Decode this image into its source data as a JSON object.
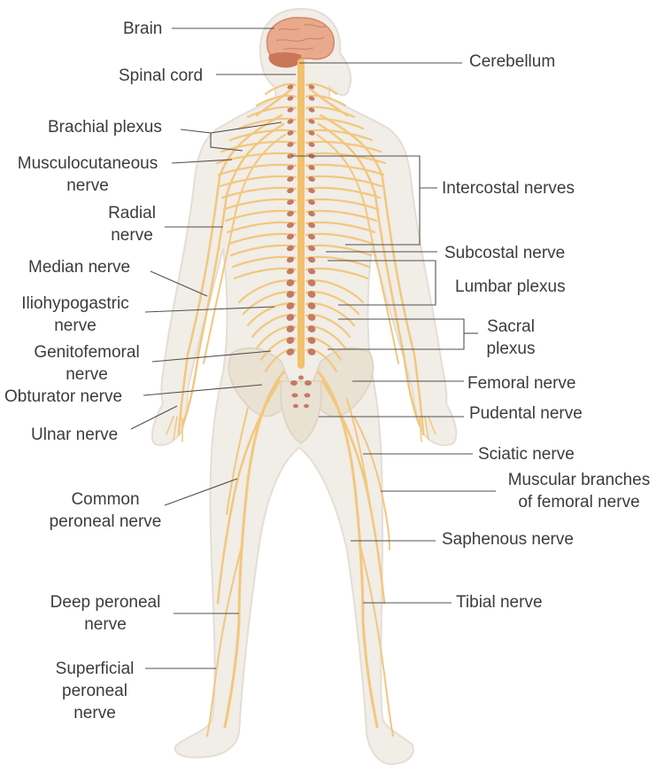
{
  "colors": {
    "body_fill": "#f1ede7",
    "body_outline": "#e4ded5",
    "pelvis_fill": "#e9e1d2",
    "nerve": "#f2c77d",
    "spine_core": "#f2c16b",
    "vertebra": "#c57a62",
    "brain": "#e8a98c",
    "cerebellum": "#c97758",
    "leader_line": "#505050",
    "label_text": "#3c3c3c"
  },
  "labels": {
    "brain": "Brain",
    "spinal_cord": "Spinal cord",
    "cerebellum": "Cerebellum",
    "brachial_plexus": "Brachial plexus",
    "musculocutaneous_1": "Musculocutaneous",
    "musculocutaneous_2": "nerve",
    "intercostal": "Intercostal nerves",
    "radial_1": "Radial",
    "radial_2": "nerve",
    "subcostal": "Subcostal nerve",
    "median": "Median nerve",
    "lumbar_plexus": "Lumbar plexus",
    "iliohypogastric_1": "Iliohypogastric",
    "iliohypogastric_2": "nerve",
    "sacral_1": "Sacral",
    "sacral_2": "plexus",
    "genitofemoral_1": "Genitofemoral",
    "genitofemoral_2": "nerve",
    "femoral": "Femoral nerve",
    "obturator": "Obturator nerve",
    "pudental": "Pudental nerve",
    "ulnar": "Ulnar nerve",
    "sciatic": "Sciatic nerve",
    "muscular_1": "Muscular branches",
    "muscular_2": "of femoral nerve",
    "common_peroneal_1": "Common",
    "common_peroneal_2": "peroneal nerve",
    "saphenous": "Saphenous nerve",
    "tibial": "Tibial nerve",
    "deep_peroneal_1": "Deep peroneal",
    "deep_peroneal_2": "nerve",
    "superficial_1": "Superficial",
    "superficial_2": "peroneal",
    "superficial_3": "nerve"
  }
}
